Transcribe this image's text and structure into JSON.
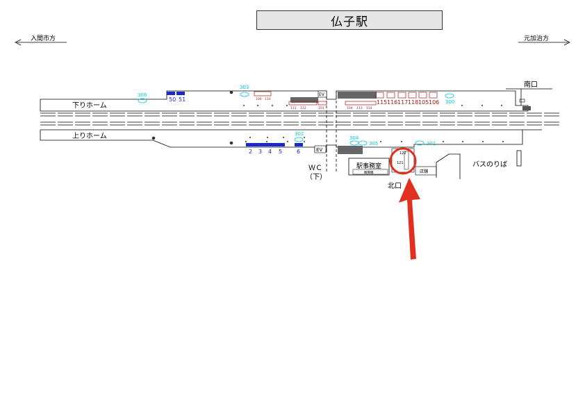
{
  "title": "仏子駅",
  "directions": {
    "left": "入間市方",
    "right": "元加治方"
  },
  "platforms": {
    "down": "下りホーム",
    "up": "上りホーム"
  },
  "exits": {
    "south": "南口",
    "north": "北口"
  },
  "facilities": {
    "office": "駅事務室",
    "office_sub": "精算機",
    "wc_line1": "ＷＣ",
    "wc_line2": "（下）",
    "bus": "バスのりば",
    "shop": "店舗",
    "ev_top": "EV",
    "ev_bottom": "EV"
  },
  "markers": {
    "cyan": [
      "306",
      "303",
      "302",
      "304",
      "305",
      "301",
      "300"
    ],
    "blue_down": [
      "50",
      "51"
    ],
    "blue_up": [
      "2",
      "3",
      "4",
      "5",
      "6"
    ],
    "red_top_small": [
      "109",
      "110",
      "111",
      "112",
      "101",
      "104",
      "113",
      "114"
    ],
    "red_top_large": [
      "115",
      "116",
      "117",
      "118",
      "105",
      "106"
    ]
  },
  "colors": {
    "cyan": "#00c8d8",
    "blue": "#1e28c8",
    "red": "#a01818",
    "highlight": "#e03020"
  }
}
